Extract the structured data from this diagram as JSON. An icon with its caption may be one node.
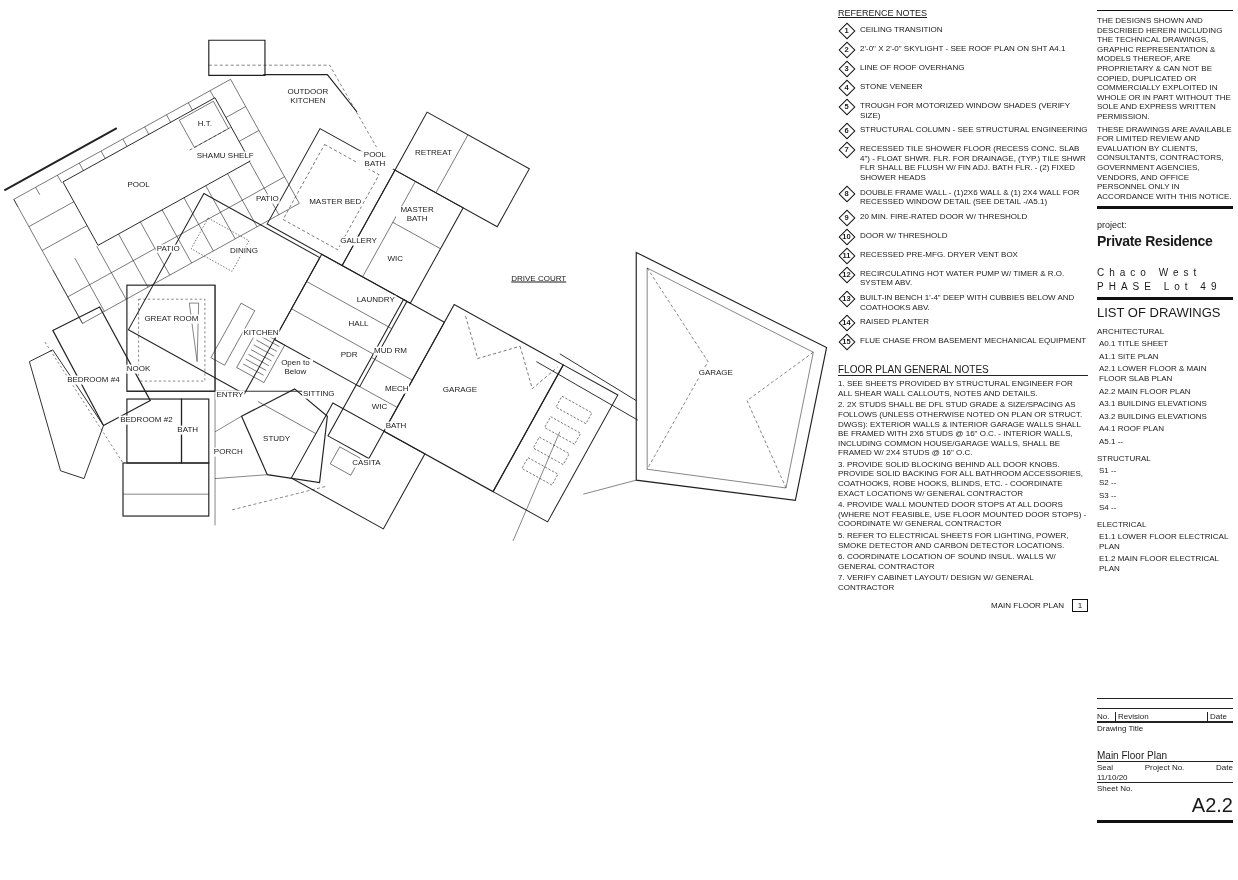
{
  "diagram": {
    "labels": [
      "REFERENCE NOTES",
      "1",
      "CEILING TRANSITION",
      "2",
      "2'-0\" X 2'-0\" SKYLIGHT - SEE ROOF PLAN ON SHT A4.1",
      "3",
      "LINE OF ROOF OVERHANG",
      "4",
      "STONE VENEER",
      "5",
      "TROUGH FOR MOTORIZED WINDOW SHADES (VERIFY SIZE)",
      "6",
      "STRUCTURAL COLUMN - SEE STRUCTURAL ENGINEERING",
      "7",
      "RECESSED TILE SHOWER FLOOR (RECESS CONC. SLAB 4\") - FLOAT SHWR. FLR. FOR DRAINAGE, (TYP.) TILE SHWR FLR SHALL BE FLUSH W/ FIN ADJ. BATH FLR. - (2) FIXED SHOWER HEADS",
      "8",
      "DOUBLE FRAME WALL - (1)2X6 WALL & (1) 2X4 WALL FOR RECESSED WINDOW DETAIL (SEE DETAIL -/A5.1)",
      "9",
      "20 MIN. FIRE-RATED DOOR W/ THRESHOLD",
      "10",
      "DOOR W/ THRESHOLD",
      "11",
      "RECESSED PRE-MFG. DRYER VENT BOX",
      "12",
      "RECIRCULATING HOT WATER PUMP W/ TIMER & R.O. SYSTEM ABV.",
      "13",
      "BUILT-IN BENCH 1'-4\" DEEP WITH CUBBIES BELOW AND COATHOOKS ABV.",
      "14",
      "RAISED PLANTER",
      "15",
      "FLUE CHASE FROM BASEMENT MECHANICAL EQUIPMENT",
      "THE DESIGNS SHOWN AND DESCRIBED HEREIN INCLUDING THE TECHNICAL DRAWINGS, GRAPHIC REPRESENTATION & MODELS THEREOF, ARE PROPRIETARY & CAN NOT BE COPIED, DUPLICATED OR COMMERCIALLY EXPLOITED IN WHOLE OR IN PART WITHOUT THE SOLE AND EXPRESS WRITTEN PERMISSION.",
      "THESE DRAWINGS ARE AVAILABLE FOR LIMITED REVIEW AND EVALUATION BY CLIENTS, CONSULTANTS, CONTRACTORS, GOVERNMENT AGENCIES, VENDORS, AND OFFICE PERSONNEL ONLY IN ACCORDANCE WITH THIS NOTICE.",
      "project:",
      "Private Residence",
      "Chaco West",
      "PHASE Lot 49",
      "LIST OF DRAWINGS",
      "ARCHITECTURAL",
      "A0.1 TITLE SHEET",
      "A1.1 SITE PLAN",
      "A2.1 LOWER FLOOR & MAIN FLOOR SLAB PLAN",
      "A2.2 MAIN FLOOR PLAN",
      "A3.1 BUILDING ELEVATIONS",
      "A3.2 BUILDING ELEVATIONS",
      "A4.1 ROOF PLAN",
      "A5.1 --",
      "STRUCTURAL",
      "S1 --",
      "S2 --",
      "S3 --",
      "S4 --",
      "ELECTRICAL",
      "E1.1 LOWER FLOOR ELECTRICAL PLAN",
      "E1.2 MAIN FLOOR ELECTRICAL PLAN",
      "POOL",
      "H.T.",
      "SHAMU SHELF",
      "OUTDOOR KITCHEN",
      "PATIO",
      "PATIO",
      "DINING",
      "MASTER BED",
      "GALLERY",
      "POOL BATH",
      "RETREAT",
      "MASTER BATH",
      "WIC",
      "LAUNDRY",
      "HALL",
      "KITCHEN",
      "GREAT ROOM",
      "NOOK",
      "Open to Below",
      "BEDROOM #4",
      "BEDROOM #2",
      "BATH",
      "ENTRY",
      "SITTING",
      "PDR",
      "MUD RM",
      "MECH",
      "WIC",
      "BATH",
      "GARAGE",
      "CASITA",
      "STUDY",
      "PORCH",
      "DRIVE COURT",
      "GARAGE",
      "FLOOR PLAN GENERAL NOTES",
      "1. SEE SHEETS PROVIDED BY STRUCTURAL ENGINEER FOR ALL SHEAR WALL CALLOUTS, NOTES AND DETAILS.",
      "2. 2X STUDS SHALL BE DFL STUD GRADE & SIZE/SPACING AS FOLLOWS (UNLESS OTHERWISE NOTED ON PLAN OR STRUCT. DWGS): EXTERIOR WALLS & INTERIOR GARAGE WALLS SHALL BE FRAMED WITH 2X6 STUDS @ 16\" O.C. - INTERIOR WALLS, INCLUDING COMMON HOUSE/GARAGE WALLS, SHALL BE FRAMED W/ 2X4 STUDS @ 16\" O.C.",
      "3. PROVIDE SOLID BLOCKING BEHIND ALL DOOR KNOBS. PROVIDE SOLID BACKING FOR ALL BATHROOM ACCESSORIES, COATHOOKS, ROBE HOOKS, BLINDS, ETC. - COORDINATE EXACT LOCATIONS W/ GENERAL CONTRACTOR",
      "4. PROVIDE WALL MOUNTED DOOR STOPS AT ALL DOORS (WHERE NOT FEASIBLE, USE FLOOR MOUNTED DOOR STOPS) - COORDINATE W/ GENERAL CONTRACTOR",
      "5. REFER TO ELECTRICAL SHEETS FOR LIGHTING, POWER, SMOKE DETECTOR AND CARBON DETECTOR LOCATIONS.",
      "6. COORDINATE LOCATION OF SOUND INSUL. WALLS W/ GENERAL CONTRACTOR",
      "7. VERIFY CABINET LAYOUT/ DESIGN W/ GENERAL CONTRACTOR",
      "No.",
      "Revision",
      "Date",
      "Drawing Title",
      "Main Floor Plan",
      "Seal",
      "Project No.",
      "Date",
      "11/10/20",
      "Sheet No.",
      "A2.2",
      "MAIN FLOOR PLAN",
      "1"
    ]
  }
}
